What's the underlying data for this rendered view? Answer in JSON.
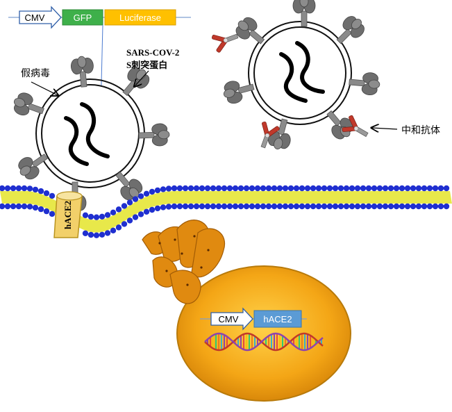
{
  "construct_top": {
    "promoter": "CMV",
    "gene1": "GFP",
    "gene2": "Luciferase"
  },
  "labels": {
    "pseudovirus": "假病毒",
    "spike_line1": "SARS-COV-2",
    "spike_line2": "S刺突蛋白",
    "antibody": "中和抗体",
    "receptor": "hACE2"
  },
  "construct_cell": {
    "promoter": "CMV",
    "gene": "hACE2"
  },
  "colors": {
    "gfp": "#3eb04a",
    "luciferase": "#ffc000",
    "hace2_box": "#5b9bd5",
    "spike": "#7f7f7f",
    "membrane_head": "#1f2fd0",
    "membrane_tail": "#e8e84a",
    "cell": "#f4a616",
    "er": "#e08a10",
    "antibody": "#c0392b"
  }
}
